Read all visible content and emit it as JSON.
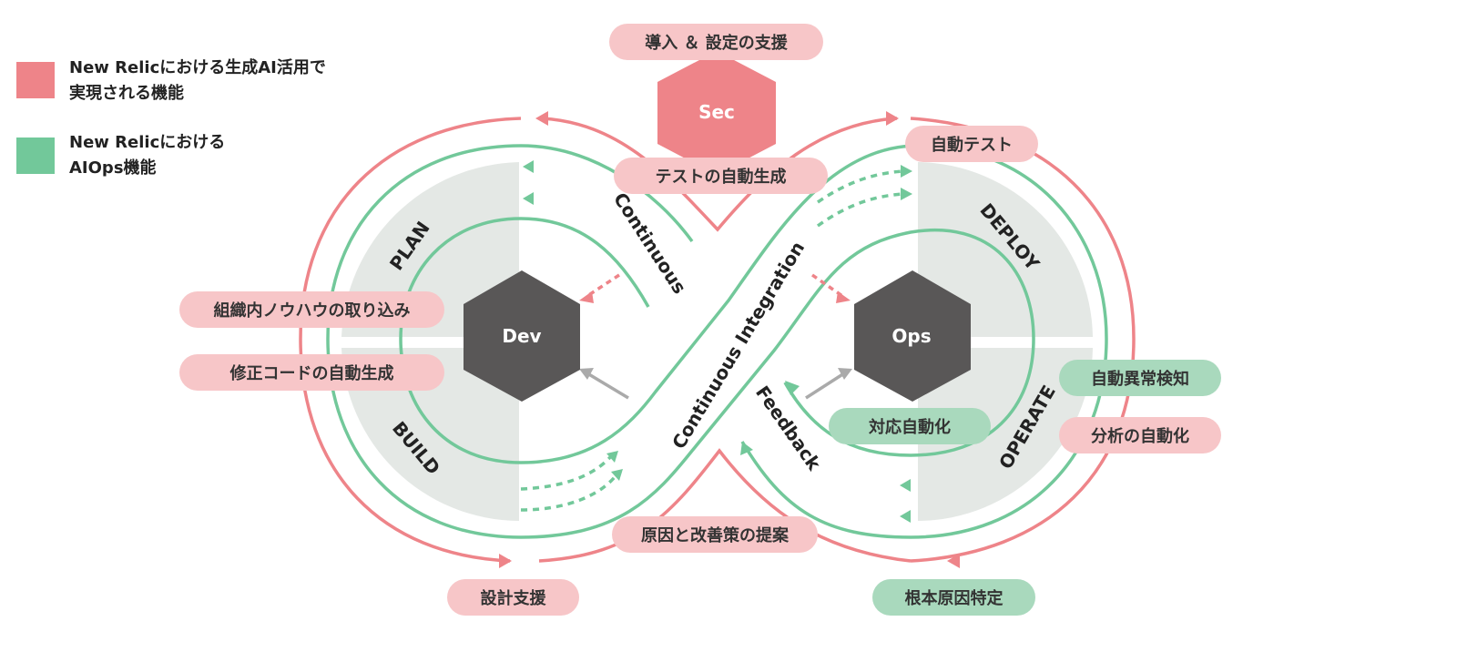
{
  "legend": [
    {
      "label": "New Relicにおける生成AI活用で\n実現される機能",
      "color": "#ee8489"
    },
    {
      "label": "New Relicにおける\nAIOps機能",
      "color": "#72c89a"
    }
  ],
  "hexagons": {
    "sec": {
      "label": "Sec",
      "color": "#ee8489"
    },
    "dev": {
      "label": "Dev",
      "color": "#595757"
    },
    "ops": {
      "label": "Ops",
      "color": "#595757"
    }
  },
  "phases": {
    "plan": "PLAN",
    "build": "BUILD",
    "deploy": "DEPLOY",
    "operate": "OPERATE"
  },
  "loop_labels": {
    "continuous": "Continuous",
    "continuous_integration": "Continuous Integration",
    "feedback": "Feedback"
  },
  "pills": {
    "install_support": "導入 ＆ 設定の支援",
    "test_generation": "テストの自動生成",
    "auto_test": "自動テスト",
    "knowhow": "組織内ノウハウの取り込み",
    "code_fix": "修正コードの自動生成",
    "auto_response": "対応自動化",
    "anomaly_detection": "自動異常検知",
    "auto_analysis": "分析の自動化",
    "cause_proposal": "原因と改善策の提案",
    "design_support": "設計支援",
    "root_cause": "根本原因特定"
  },
  "colors": {
    "pink": "#ee8489",
    "pink_light": "#f7c6c8",
    "green": "#72c89a",
    "green_light": "#a9d9bd",
    "gray_fill": "#e4e8e5",
    "hex_dark": "#595757"
  }
}
